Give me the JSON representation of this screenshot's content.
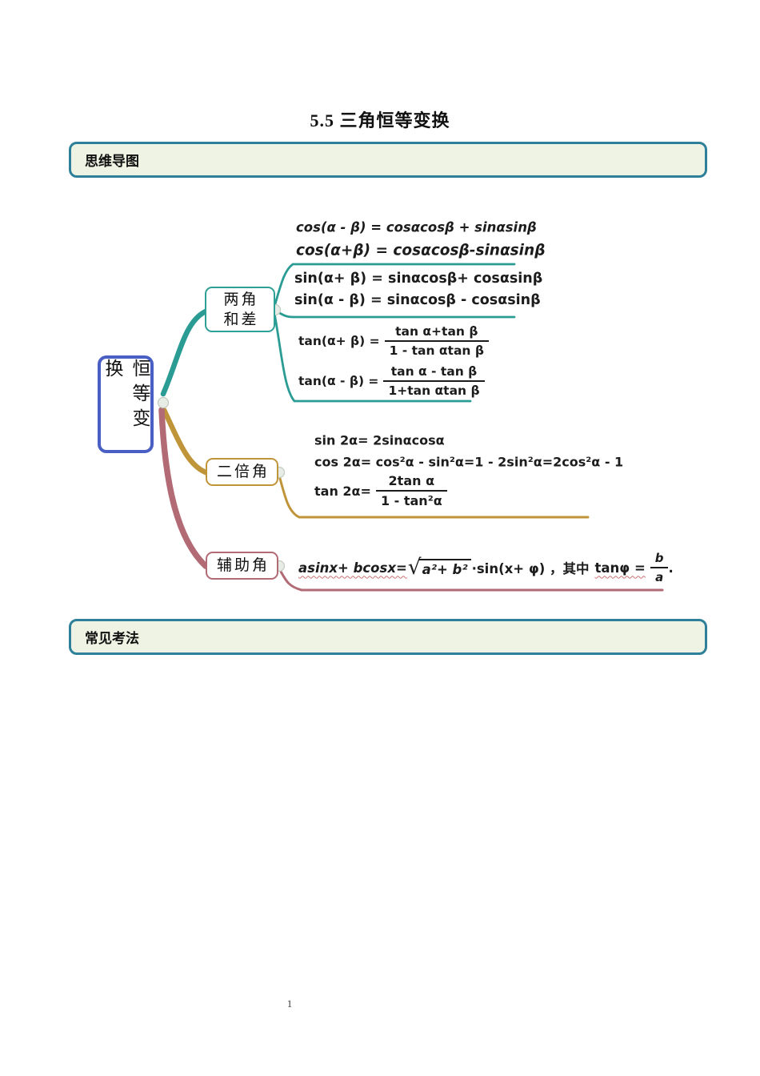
{
  "page": {
    "title": "5.5 三角恒等变换",
    "page_number": "1"
  },
  "sections": {
    "mindmap_label": "思维导图",
    "common_methods_label": "常见考法"
  },
  "mindmap": {
    "root_label": "恒等变换",
    "branches": [
      {
        "label_line1": "两角",
        "label_line2": "和差",
        "color": "#2fa096"
      },
      {
        "label": "二倍角",
        "color": "#c0953a"
      },
      {
        "label": "辅助角",
        "color": "#b26a74"
      }
    ],
    "sum_diff_formulas": {
      "cos_diff": "cos(α - β) = cosαcosβ + sinαsinβ",
      "cos_sum": "cos(α+β) = cosαcosβ-sinαsinβ",
      "sin_sum": "sin(α+ β) = sinαcosβ+ cosαsinβ",
      "sin_diff": "sin(α - β) = sinαcosβ - cosαsinβ",
      "tan_sum": {
        "lhs": "tan(α+ β) =",
        "numerator": "tan α+tan β",
        "denominator": "1 - tan αtan β"
      },
      "tan_diff": {
        "lhs": "tan(α - β) =",
        "numerator": "tan α - tan β",
        "denominator": "1+tan αtan β"
      }
    },
    "double_angle_formulas": {
      "sin": "sin 2α= 2sinαcosα",
      "cos": "cos 2α= cos²α - sin²α=1 - 2sin²α=2cos²α - 1",
      "tan": {
        "lhs": "tan 2α=",
        "numerator": "2tan α",
        "denominator": "1 - tan²α"
      }
    },
    "auxiliary_formula": {
      "lhs": "asinx+ bcosx=",
      "sqrt_radicand": "a²+ b²",
      "middle": "·sin(x+ φ) ，其中",
      "tan_lhs": "tanφ =",
      "frac_numerator": "b",
      "frac_denominator": "a",
      "period": "."
    }
  },
  "colors": {
    "teal_branch": "#2a9c94",
    "teal_node_border": "#2fa096",
    "gold_branch": "#c0953a",
    "rose_branch": "#b26a74",
    "root_border_blue": "#4a5fc4",
    "header_border": "#2e7f99",
    "header_background": "#eef3e3"
  }
}
